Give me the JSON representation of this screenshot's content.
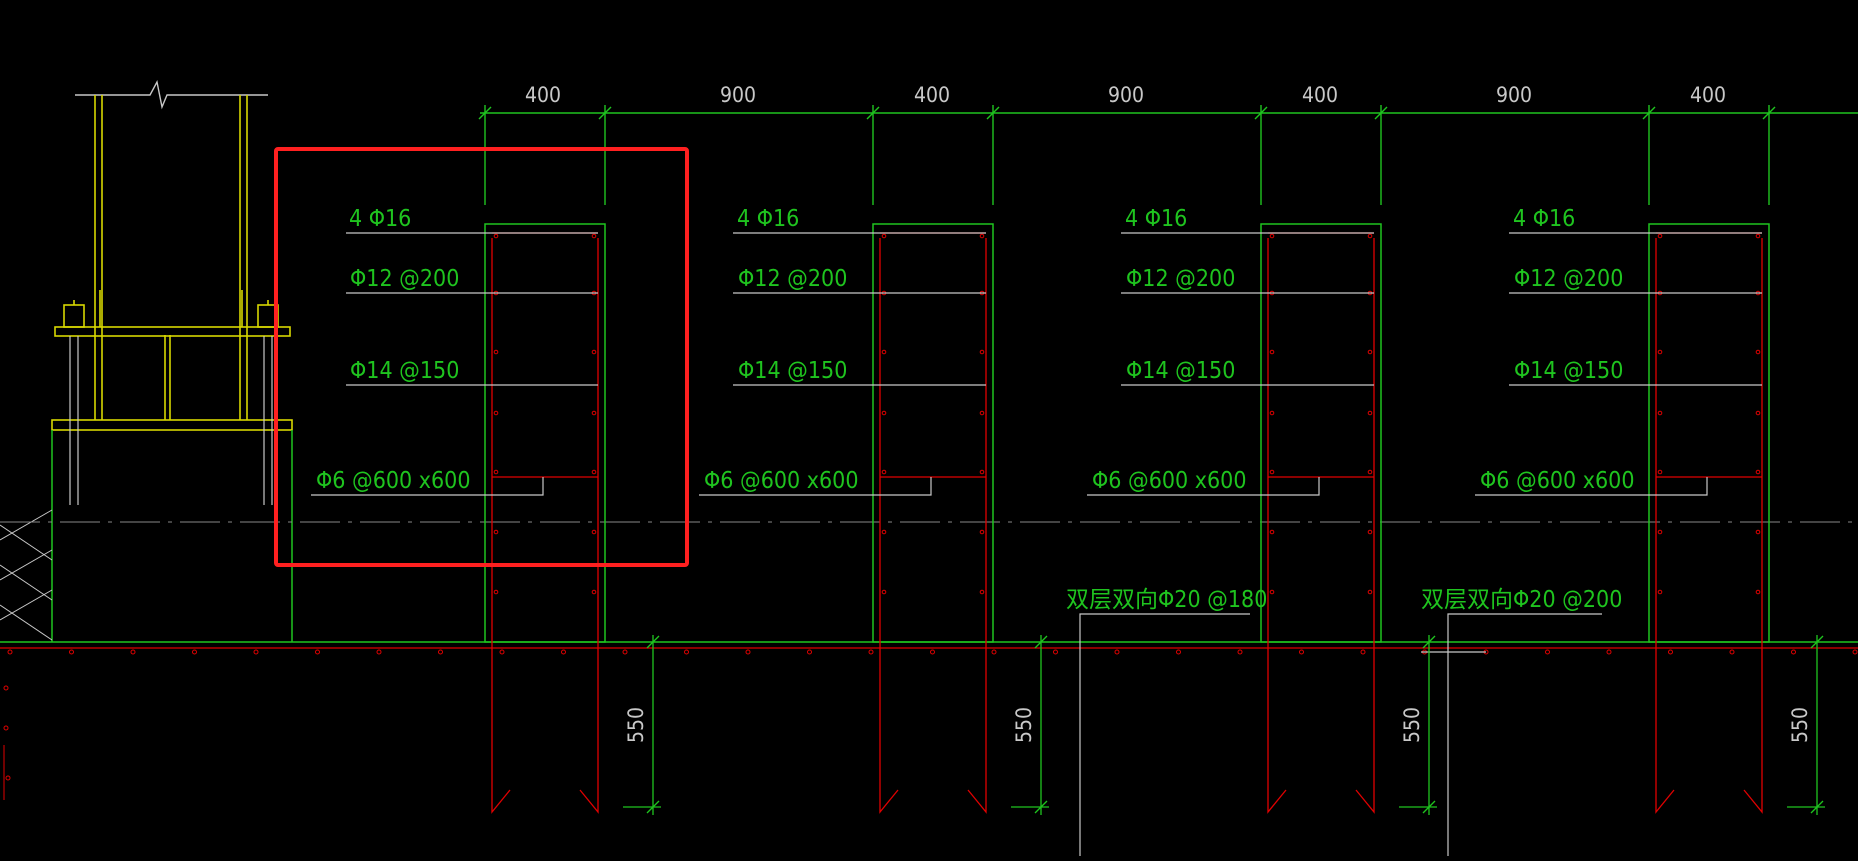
{
  "drawing": {
    "dimensions_top": [
      "400",
      "900",
      "400",
      "900",
      "400",
      "900",
      "400"
    ],
    "vertical_dimension": "550",
    "pier_labels": {
      "longitudinal": "4 Φ16",
      "stirrup_a": "Φ12 @200",
      "stirrup_b": "Φ14 @150",
      "tie": "Φ6 @600 x600"
    },
    "slab_labels": [
      "双层双向Φ20 @180",
      "双层双向Φ20 @200"
    ],
    "colors": {
      "background": "#000000",
      "green": "#1fc41f",
      "yellow": "#d8d800",
      "red": "#e00000",
      "white": "#c8c8c8",
      "highlight": "#ff2020"
    }
  }
}
